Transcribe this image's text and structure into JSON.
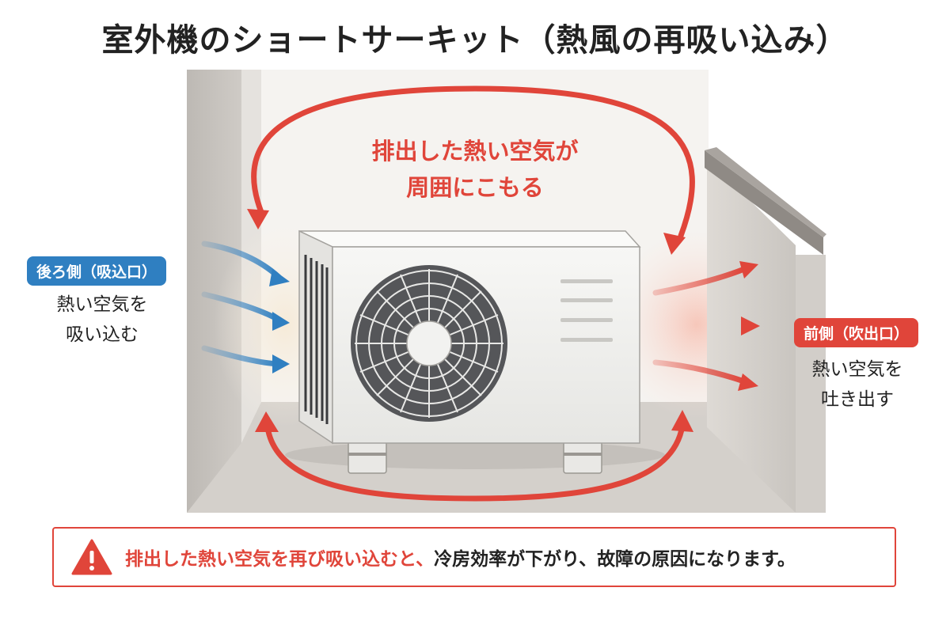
{
  "title": "室外機のショートサーキット（熱風の再吸い込み）",
  "center_label": {
    "line1": "排出した熱い空気が",
    "line2": "周囲にこもる"
  },
  "intake": {
    "badge": "後ろ側（吸込口）",
    "line1": "熱い空気を",
    "line2": "吸い込む"
  },
  "outlet": {
    "badge": "前側（吹出口）",
    "line1": "熱い空気を",
    "line2": "吐き出す"
  },
  "warning": {
    "icon": "warning-triangle-icon",
    "text_red": "排出した熱い空気を再び吸い込むと、",
    "text_dark": "冷房効率が下がり、故障の原因になります。"
  },
  "colors": {
    "hot": "#e0453a",
    "cool": "#2f7fc1",
    "wall": "#c9c5c0",
    "unit": "#f2f2f0",
    "fan": "#3a3b3e"
  }
}
